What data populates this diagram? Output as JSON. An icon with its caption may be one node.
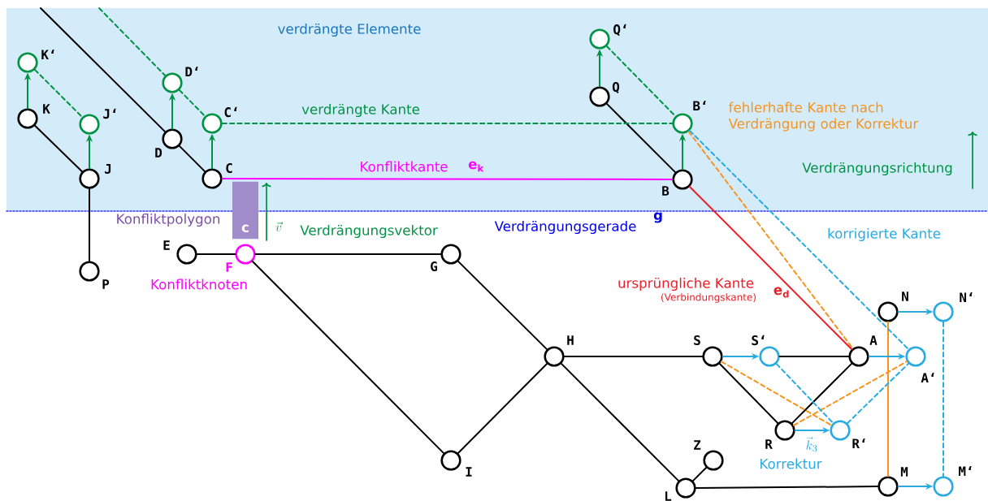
{
  "diagram": {
    "nodes": [
      {
        "text": [],
        "shape": "circle",
        "beside": [
          "K‘"
        ]
      },
      {
        "text": [],
        "shape": "circle",
        "beside": [
          "K"
        ]
      },
      {
        "text": [],
        "shape": "circle",
        "beside": [
          "J‘"
        ]
      },
      {
        "text": [],
        "shape": "circle",
        "beside": [
          "J"
        ]
      },
      {
        "text": [],
        "shape": "circle",
        "beside": [
          "P"
        ]
      },
      {
        "text": [],
        "shape": "circle",
        "beside": [
          "D‘"
        ]
      },
      {
        "text": [],
        "shape": "circle",
        "beside": [
          "D"
        ]
      },
      {
        "text": [],
        "shape": "circle",
        "beside": [
          "C‘"
        ]
      },
      {
        "text": [],
        "shape": "circle",
        "beside": [
          "C"
        ]
      },
      {
        "text": [],
        "shape": "circle",
        "beside": [
          "Q‘"
        ]
      },
      {
        "text": [],
        "shape": "circle",
        "beside": [
          "Q"
        ]
      },
      {
        "text": [],
        "shape": "circle",
        "beside": [
          "B‘"
        ]
      },
      {
        "text": [],
        "shape": "circle",
        "beside": [
          "B"
        ]
      },
      {
        "text": [],
        "shape": "circle",
        "beside": [
          "E"
        ]
      },
      {
        "text": [],
        "shape": "circle",
        "beside": [
          "F",
          "Konfliktknoten"
        ]
      },
      {
        "text": [],
        "shape": "circle",
        "beside": [
          "G"
        ]
      },
      {
        "text": [],
        "shape": "circle",
        "beside": [
          "H"
        ]
      },
      {
        "text": [],
        "shape": "circle",
        "beside": [
          "I"
        ]
      },
      {
        "text": [],
        "shape": "circle",
        "beside": [
          "S"
        ]
      },
      {
        "text": [],
        "shape": "circle",
        "beside": [
          "S‘"
        ]
      },
      {
        "text": [],
        "shape": "circle",
        "beside": [
          "A"
        ]
      },
      {
        "text": [],
        "shape": "circle",
        "beside": [
          "A‘"
        ]
      },
      {
        "text": [],
        "shape": "circle",
        "beside": [
          "N"
        ]
      },
      {
        "text": [],
        "shape": "circle",
        "beside": [
          "N‘"
        ]
      },
      {
        "text": [],
        "shape": "circle",
        "beside": [
          "R"
        ]
      },
      {
        "text": [],
        "shape": "circle",
        "beside": [
          "R‘"
        ]
      },
      {
        "text": [],
        "shape": "circle",
        "beside": [
          "Z"
        ]
      },
      {
        "text": [],
        "shape": "circle",
        "beside": [
          "L"
        ]
      },
      {
        "text": [],
        "shape": "circle",
        "beside": [
          "M"
        ]
      },
      {
        "text": [],
        "shape": "circle",
        "beside": [
          "M‘"
        ]
      },
      {
        "text": [
          "c"
        ],
        "beside": [
          "Konfliktpolygon"
        ]
      }
    ],
    "edges": [
      {
        "from": 1,
        "to": 3,
        "arrow": "none"
      },
      {
        "from": 3,
        "to": 4,
        "arrow": "none"
      },
      {
        "from": null,
        "to": 6,
        "arrow": "none"
      },
      {
        "from": 6,
        "to": 8,
        "arrow": "none"
      },
      {
        "from": 10,
        "to": 12,
        "arrow": "none"
      },
      {
        "from": 13,
        "to": 14,
        "arrow": "none"
      },
      {
        "from": 14,
        "to": 15,
        "arrow": "none"
      },
      {
        "from": 14,
        "to": 17,
        "arrow": "none"
      },
      {
        "from": 15,
        "to": 16,
        "arrow": "none"
      },
      {
        "from": 16,
        "to": 17,
        "arrow": "none"
      },
      {
        "from": 16,
        "to": 18,
        "arrow": "none"
      },
      {
        "from": 16,
        "to": 27,
        "arrow": "none"
      },
      {
        "from": 27,
        "to": 26,
        "arrow": "none"
      },
      {
        "from": 27,
        "to": 28,
        "arrow": "none"
      },
      {
        "from": 18,
        "to": 24,
        "arrow": "none"
      },
      {
        "from": 24,
        "to": 20,
        "arrow": "none"
      },
      {
        "from": 19,
        "to": 20,
        "arrow": "none"
      },
      {
        "from": 8,
        "to": 12,
        "arrow": "none",
        "color": "#ff00ff",
        "label": "Konfliktkante"
      },
      {
        "from": 12,
        "to": 20,
        "arrow": "none",
        "color": "#e8202a"
      },
      {
        "from": 0,
        "to": 2,
        "arrow": "none",
        "style": "dashed",
        "color": "#009245"
      },
      {
        "from": 5,
        "to": 7,
        "arrow": "none",
        "style": "dashed",
        "color": "#009245"
      },
      {
        "from": null,
        "to": 5,
        "arrow": "none",
        "style": "dashed",
        "color": "#009245"
      },
      {
        "from": 7,
        "to": 11,
        "arrow": "none",
        "style": "dashed",
        "color": "#009245"
      },
      {
        "from": 9,
        "to": 11,
        "arrow": "none",
        "style": "dashed",
        "color": "#009245"
      },
      {
        "from": 1,
        "to": 0,
        "arrow": "to",
        "color": "#009245"
      },
      {
        "from": 3,
        "to": 2,
        "arrow": "to",
        "color": "#009245"
      },
      {
        "from": 6,
        "to": 5,
        "arrow": "to",
        "color": "#009245"
      },
      {
        "from": 8,
        "to": 7,
        "arrow": "to",
        "color": "#009245"
      },
      {
        "from": 10,
        "to": 9,
        "arrow": "to",
        "color": "#009245"
      },
      {
        "from": 12,
        "to": 11,
        "arrow": "to",
        "color": "#009245"
      },
      {
        "from": 11,
        "to": 20,
        "arrow": "none",
        "style": "dashed",
        "color": "#f7931e"
      },
      {
        "from": 18,
        "to": 25,
        "arrow": "none",
        "style": "dashed",
        "color": "#f7931e"
      },
      {
        "from": 24,
        "to": 21,
        "arrow": "none",
        "style": "dashed",
        "color": "#f7931e"
      },
      {
        "from": 22,
        "to": 28,
        "arrow": "none",
        "color": "#f7931e"
      },
      {
        "from": 11,
        "to": 21,
        "arrow": "none",
        "style": "dashed",
        "color": "#29abe2"
      },
      {
        "from": 19,
        "to": 25,
        "arrow": "none",
        "style": "dashed",
        "color": "#29abe2"
      },
      {
        "from": 25,
        "to": 21,
        "arrow": "none",
        "style": "dashed",
        "color": "#29abe2"
      },
      {
        "from": 23,
        "to": 29,
        "arrow": "none",
        "style": "dashed",
        "color": "#29abe2"
      },
      {
        "from": 18,
        "to": 19,
        "arrow": "to",
        "color": "#29abe2"
      },
      {
        "from": 20,
        "to": 21,
        "arrow": "to",
        "color": "#29abe2"
      },
      {
        "from": 24,
        "to": 25,
        "arrow": "to",
        "color": "#29abe2"
      },
      {
        "from": 22,
        "to": 23,
        "arrow": "to",
        "color": "#29abe2"
      },
      {
        "from": 28,
        "to": 29,
        "arrow": "to",
        "color": "#29abe2"
      }
    ],
    "labels": [
      "verdrängte Elemente",
      "verdrängte Kante",
      "fehlerhafte Kante nach Verdrängung oder Korrektur",
      "Verdrängungsrichtung",
      "\\vec{v}",
      "Verdrängungsvektor",
      "Verdrängungsgerade",
      "g",
      "korrigierte Kante",
      "ursprüngliche Kante",
      "(Verbindungskante)",
      "e$_{d}$",
      "\\vec{k}_3",
      "Korrektur",
      "e$_{k}$"
    ]
  }
}
